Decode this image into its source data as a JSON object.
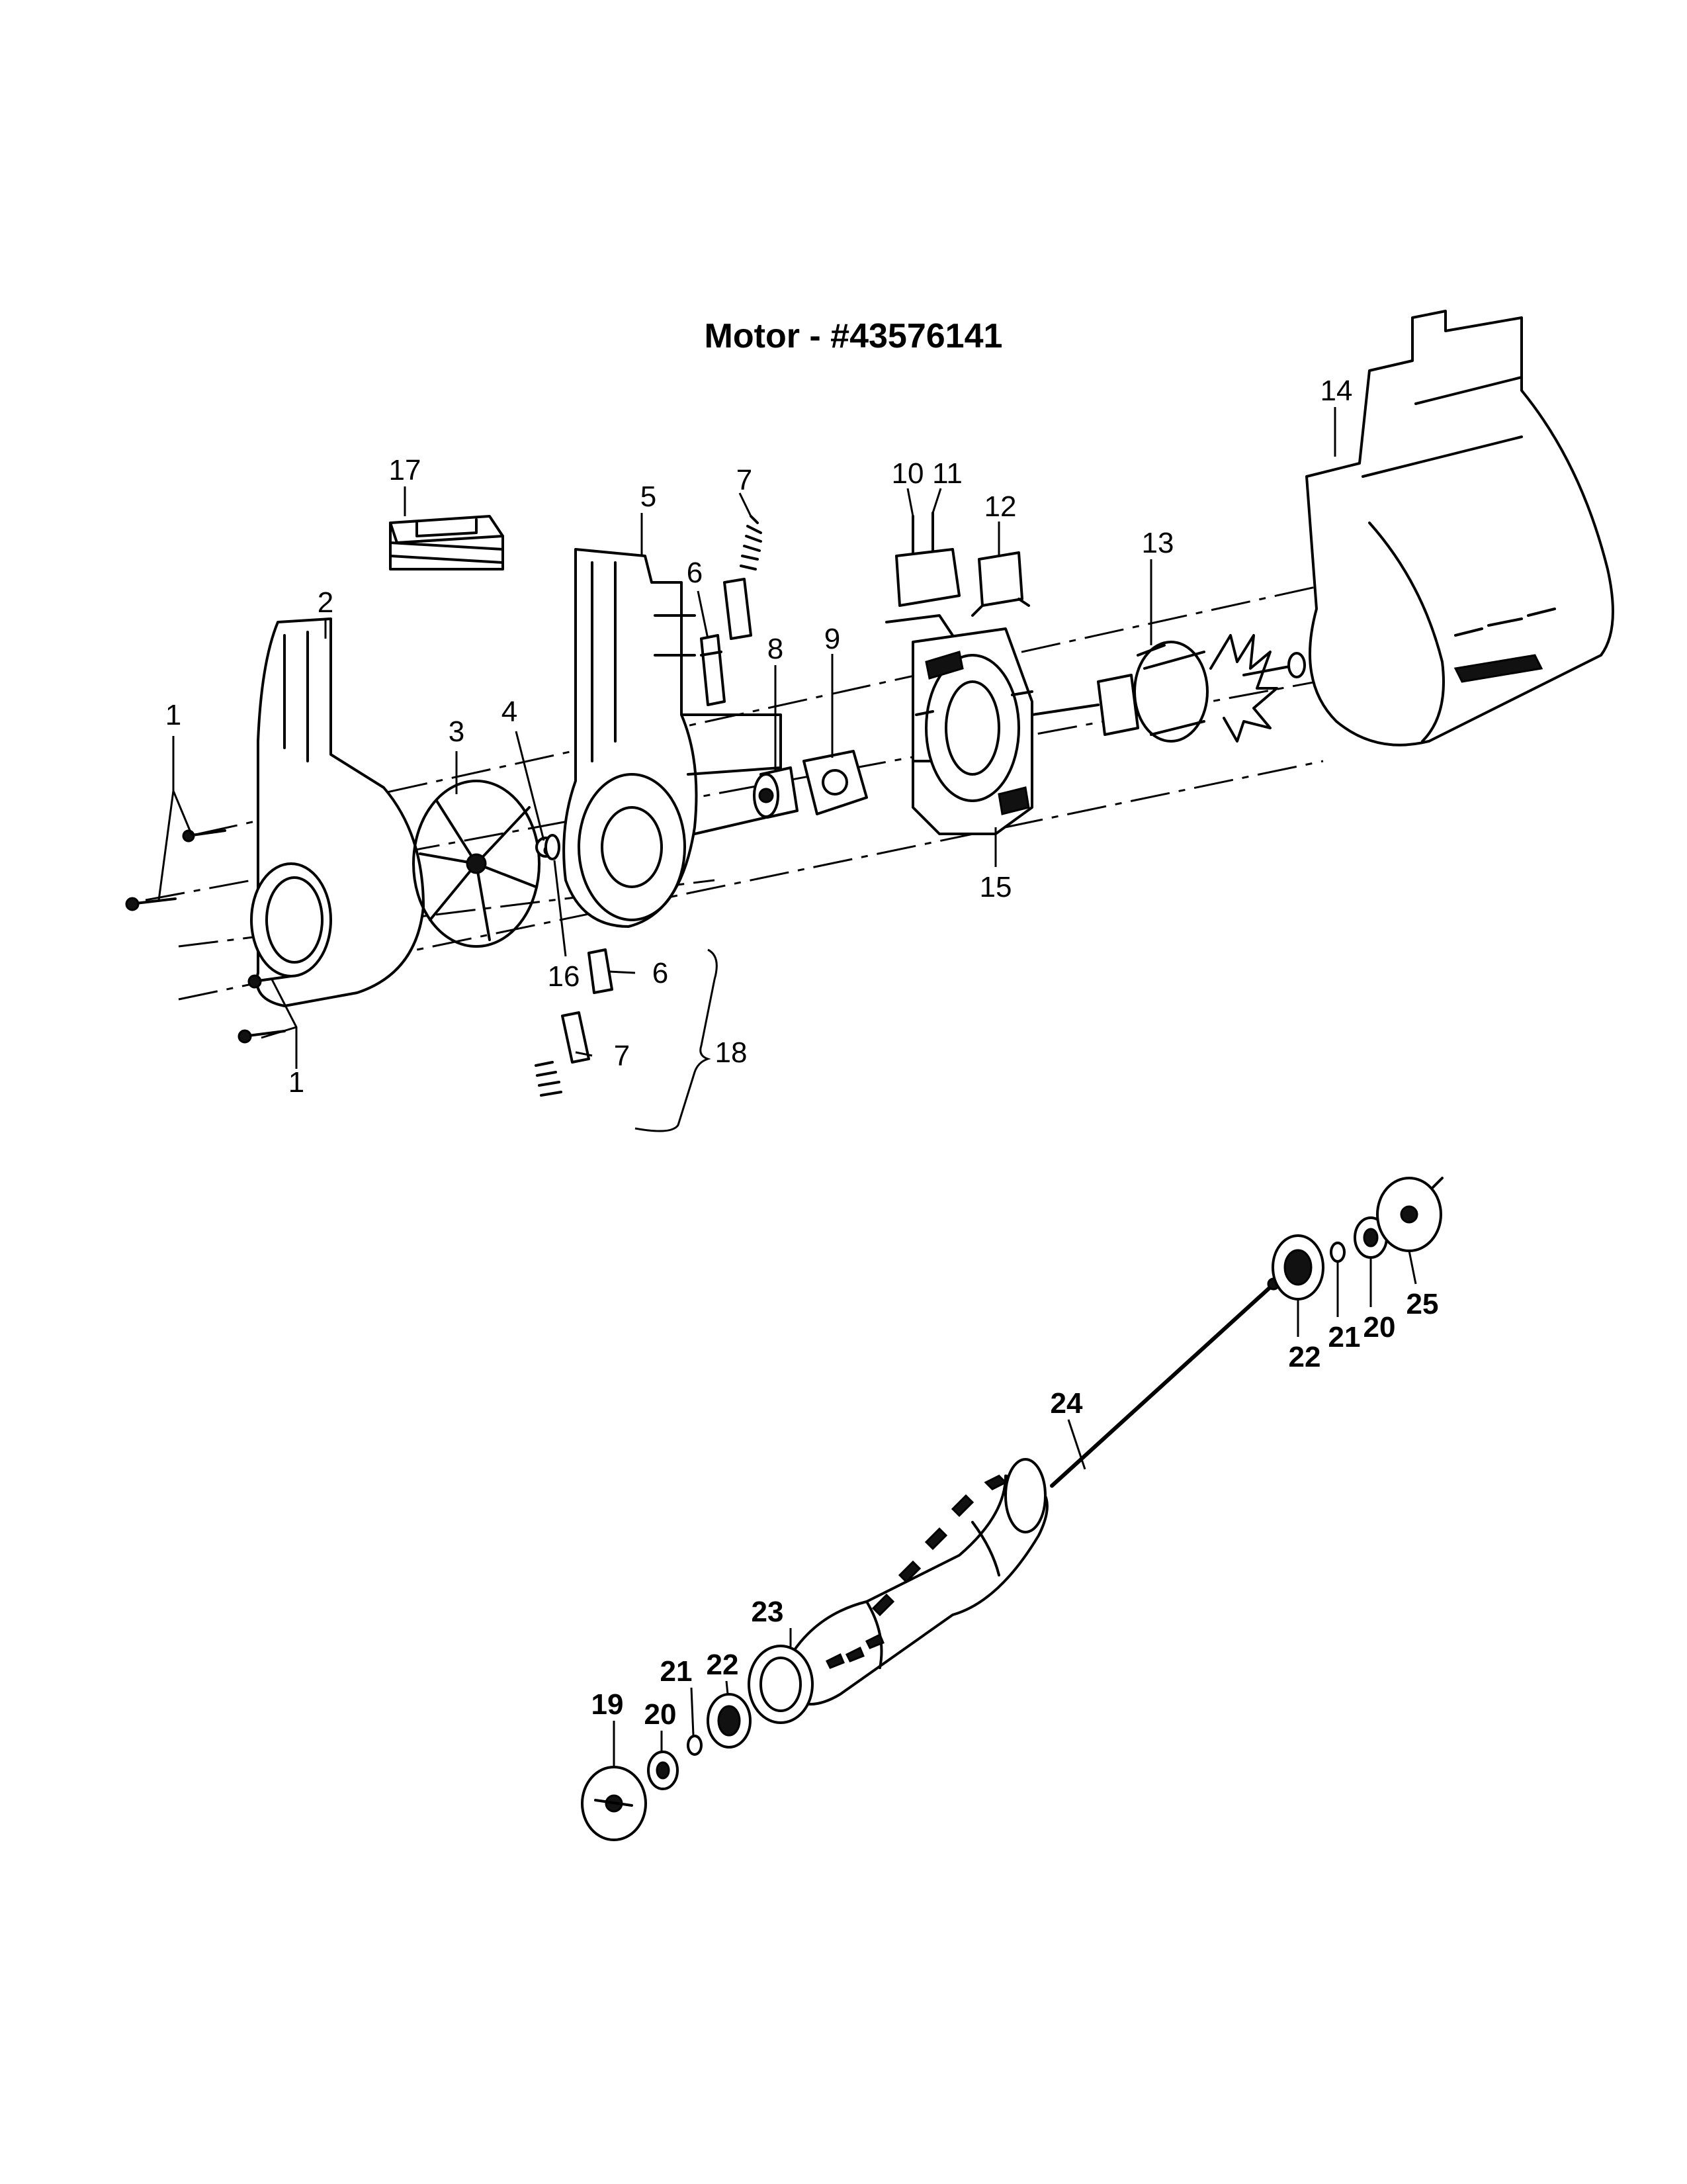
{
  "title": "Motor - #43576141",
  "callouts_upper": [
    "1",
    "1",
    "2",
    "3",
    "4",
    "5",
    "6",
    "6",
    "7",
    "7",
    "8",
    "9",
    "10",
    "11",
    "12",
    "13",
    "14",
    "15",
    "16",
    "17",
    "18"
  ],
  "callouts_lower": [
    "19",
    "20",
    "21",
    "22",
    "23",
    "24",
    "22",
    "21",
    "20",
    "25"
  ]
}
